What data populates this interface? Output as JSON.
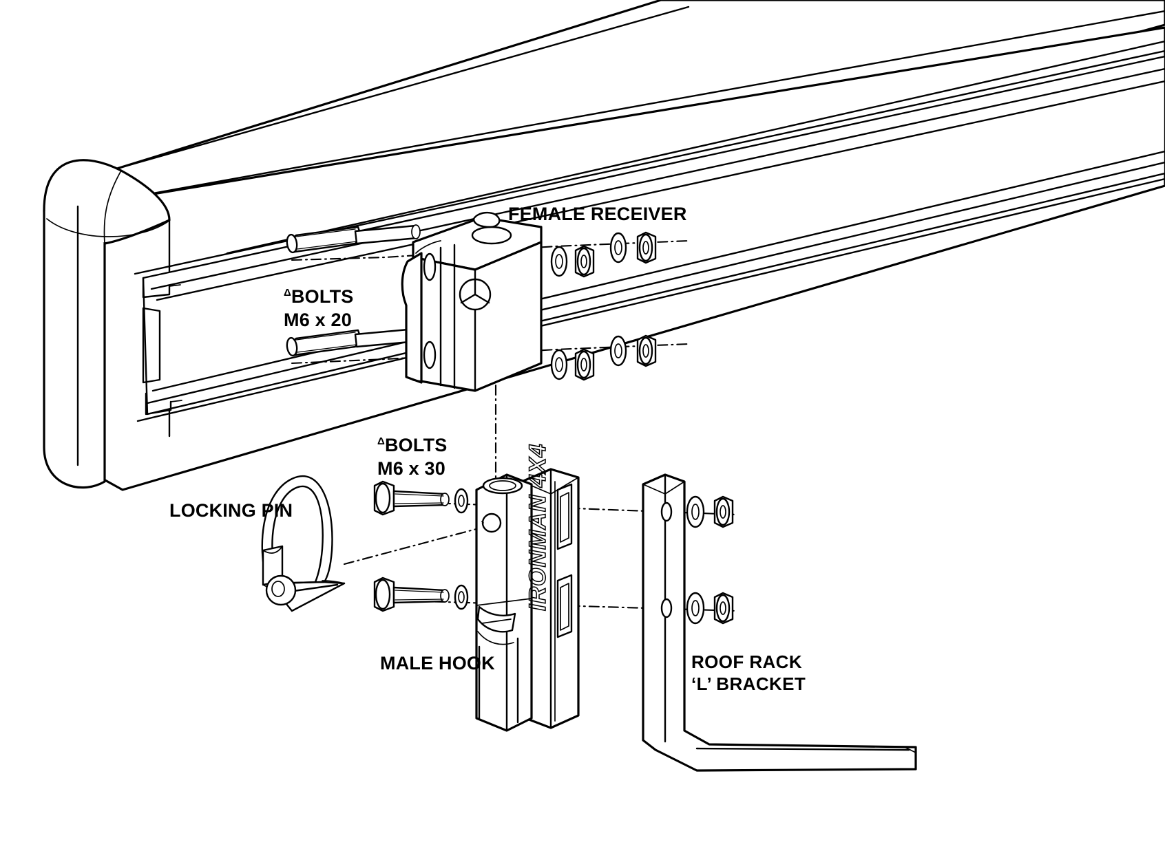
{
  "diagram": {
    "title": "Awning Bracket Exploded Assembly Diagram",
    "type": "exploded-view-technical-illustration",
    "style": "black-and-white line drawing, isometric",
    "brand_marking": "IRONMAN 4X4",
    "line_color": "#000000",
    "background_color": "#ffffff"
  },
  "labels": {
    "female_receiver": "FEMALE RECEIVER",
    "bolts_m6x20_sym": "Δ",
    "bolts_m6x20_word": "BOLTS",
    "bolts_m6x20_size": "M6 x 20",
    "bolts_m6x30_sym": "Δ",
    "bolts_m6x30_word": "BOLTS",
    "bolts_m6x30_size": "M6 x 30",
    "locking_pin": "LOCKING PIN",
    "male_hook": "MALE HOOK",
    "roof_rack_line1": "ROOF RACK",
    "roof_rack_line2": "‘L’ BRACKET"
  },
  "parts": [
    {
      "id": "awning-extrusion",
      "name": "Awning aluminium extrusion with T-slot channel and rounded end cap",
      "qty": 1
    },
    {
      "id": "female-receiver",
      "name": "FEMALE RECEIVER",
      "qty": 1
    },
    {
      "id": "bolt-m6x20",
      "name": "BOLTS M6 x 20",
      "qty": 2
    },
    {
      "id": "bolt-m6x30",
      "name": "BOLTS M6 x 30",
      "qty": 2
    },
    {
      "id": "locking-pin",
      "name": "LOCKING PIN",
      "qty": 1
    },
    {
      "id": "male-hook",
      "name": "MALE HOOK",
      "qty": 1,
      "marking": "IRONMAN 4X4"
    },
    {
      "id": "roof-rack-l-bracket",
      "name": "ROOF RACK ‘L’ BRACKET",
      "qty": 1
    },
    {
      "id": "washer",
      "name": "Flat washer",
      "qty": 8
    },
    {
      "id": "nyloc-nut",
      "name": "Nyloc hex nut",
      "qty": 6
    }
  ]
}
